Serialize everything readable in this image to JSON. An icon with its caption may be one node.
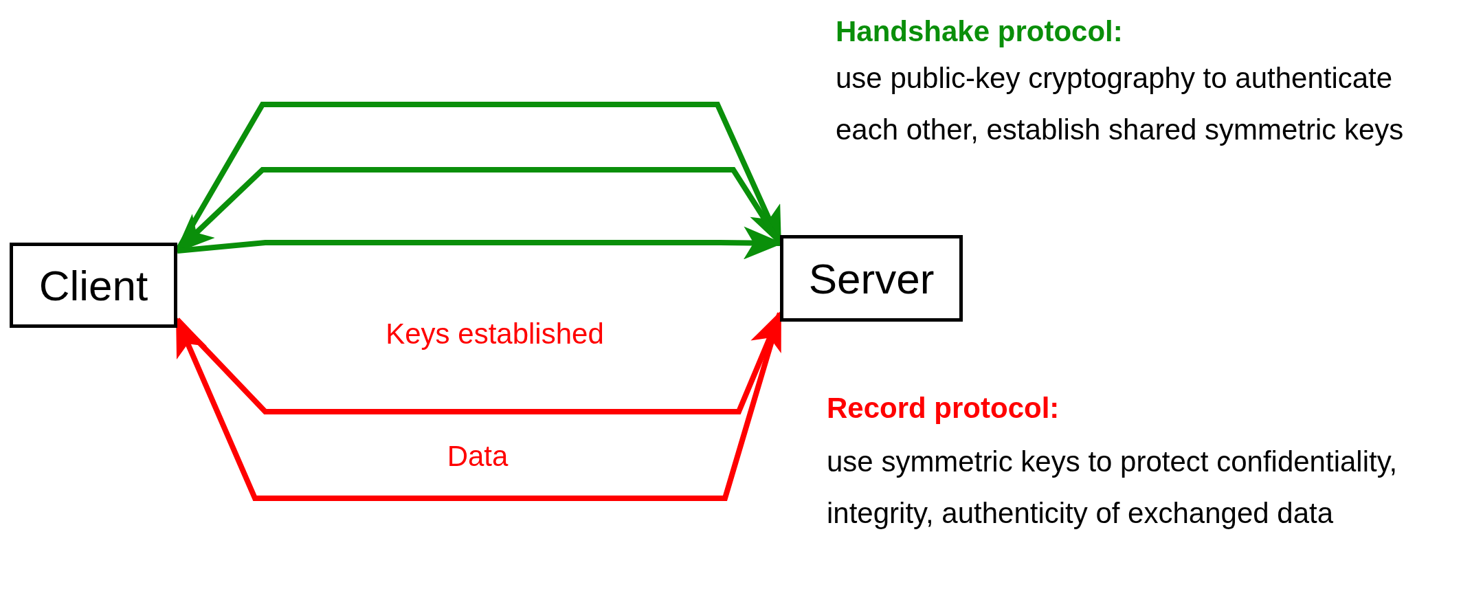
{
  "diagram": {
    "nodes": [
      {
        "text": [
          "Client"
        ]
      },
      {
        "text": [
          "Server"
        ]
      }
    ],
    "edges": [
      {
        "from": 0,
        "to": 1,
        "arrow": "to"
      },
      {
        "from": 1,
        "to": 0,
        "arrow": "to"
      },
      {
        "from": 0,
        "to": 1,
        "arrow": "to"
      },
      {
        "from": 0,
        "to": 1,
        "arrow": "to",
        "color": "#ff0000"
      },
      {
        "from": 1,
        "to": 0,
        "arrow": "to",
        "color": "#ff0000"
      }
    ],
    "labels": [
      "Handshake protocol:",
      "use public-key cryptography to authenticate each other, establish shared symmetric keys",
      "Keys established",
      "Record protocol:",
      "Data",
      "use symmetric keys to protect confidentiality, integrity, authenticity of exchanged data"
    ]
  }
}
